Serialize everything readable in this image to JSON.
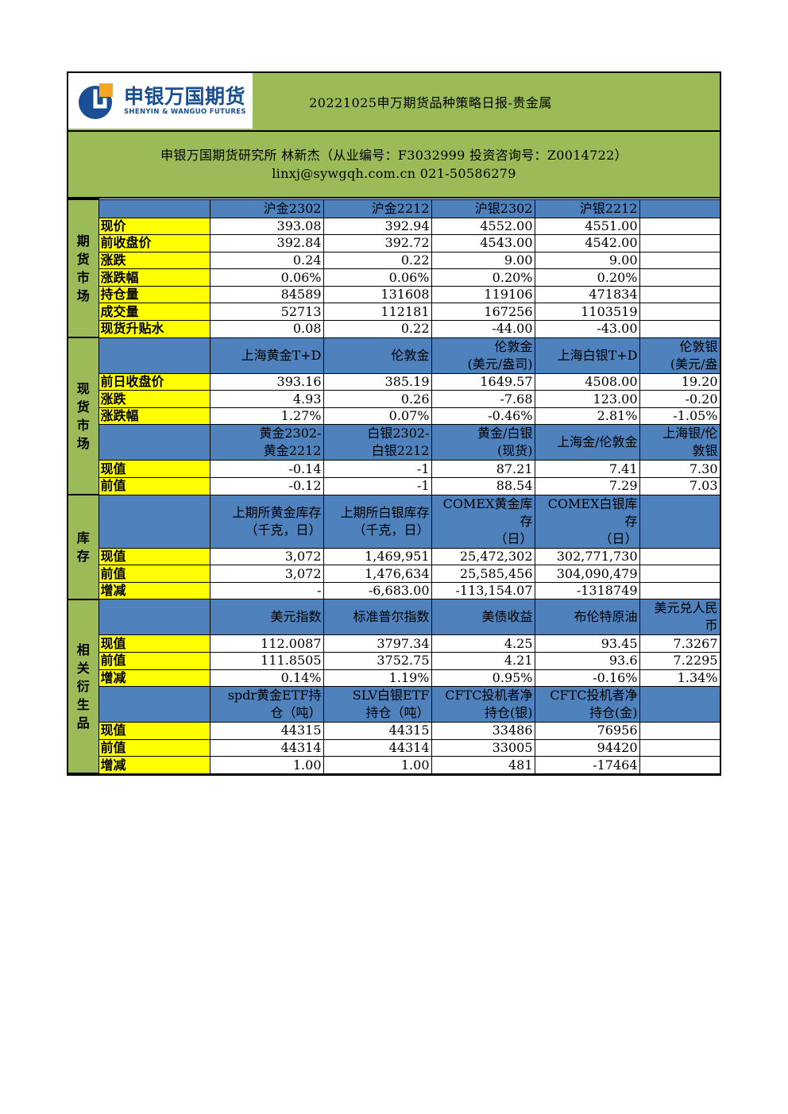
{
  "header": {
    "logo_cn": "申银万国期货",
    "logo_en": "SHENYIN & WANGUO FUTURES",
    "title": "20221025申万期货品种策略日报-贵金属",
    "author_line": "申银万国期货研究所 林新杰（从业编号：F3032999 投资咨询号：Z0014722）",
    "contact_line": "linxj@sywgqh.com.cn    021-50586279"
  },
  "colors": {
    "section_bg": "#9bbb59",
    "header_bg": "#4f81bd",
    "label_bg": "#ffff00",
    "logo_blue": "#1a4f94",
    "logo_orange": "#f5a623"
  },
  "sections": {
    "futures": "期货市场",
    "spot": "现货市场",
    "inventory": "库存",
    "derivatives": "相关衍生品"
  },
  "futures": {
    "headers": [
      "沪金2302",
      "沪金2212",
      "沪银2302",
      "沪银2212",
      ""
    ],
    "rows": [
      {
        "label": "现价",
        "values": [
          "393.08",
          "392.94",
          "4552.00",
          "4551.00",
          ""
        ]
      },
      {
        "label": "前收盘价",
        "values": [
          "392.84",
          "392.72",
          "4543.00",
          "4542.00",
          ""
        ]
      },
      {
        "label": "涨跌",
        "values": [
          "0.24",
          "0.22",
          "9.00",
          "9.00",
          ""
        ]
      },
      {
        "label": "涨跌幅",
        "values": [
          "0.06%",
          "0.06%",
          "0.20%",
          "0.20%",
          ""
        ]
      },
      {
        "label": "持仓量",
        "values": [
          "84589",
          "131608",
          "119106",
          "471834",
          ""
        ]
      },
      {
        "label": "成交量",
        "values": [
          "52713",
          "112181",
          "167256",
          "1103519",
          ""
        ]
      },
      {
        "label": "现货升贴水",
        "values": [
          "0.08",
          "0.22",
          "-44.00",
          "-43.00",
          ""
        ]
      }
    ]
  },
  "spot": {
    "headers": [
      "上海黄金T+D",
      "伦敦金",
      "伦敦金\n(美元/盎司)",
      "上海白银T+D",
      "伦敦银\n(美元/盎"
    ],
    "rows": [
      {
        "label": "前日收盘价",
        "values": [
          "393.16",
          "385.19",
          "1649.57",
          "4508.00",
          "19.20"
        ]
      },
      {
        "label": "涨跌",
        "values": [
          "4.93",
          "0.26",
          "-7.68",
          "123.00",
          "-0.20"
        ]
      },
      {
        "label": "涨跌幅",
        "values": [
          "1.27%",
          "0.07%",
          "-0.46%",
          "2.81%",
          "-1.05%"
        ]
      }
    ],
    "spread_headers": [
      "黄金2302-\n黄金2212",
      "白银2302-\n白银2212",
      "黄金/白银\n(现货)",
      "上海金/伦敦金",
      "上海银/伦\n敦银"
    ],
    "spread_rows": [
      {
        "label": "现值",
        "values": [
          "-0.14",
          "-1",
          "87.21",
          "7.41",
          "7.30"
        ]
      },
      {
        "label": "前值",
        "values": [
          "-0.12",
          "-1",
          "88.54",
          "7.29",
          "7.03"
        ]
      }
    ]
  },
  "inventory": {
    "headers": [
      "上期所黄金库存\n（千克，日）",
      "上期所白银库存\n（千克，日）",
      "COMEX黄金库存\n（日）",
      "COMEX白银库存\n（日）",
      ""
    ],
    "rows": [
      {
        "label": "现值",
        "values": [
          "3,072",
          "1,469,951",
          "25,472,302",
          "302,771,730",
          ""
        ]
      },
      {
        "label": "前值",
        "values": [
          "3,072",
          "1,476,634",
          "25,585,456",
          "304,090,479",
          ""
        ]
      },
      {
        "label": "增减",
        "values": [
          "-",
          "-6,683.00",
          "-113,154.07",
          "-1318749",
          ""
        ]
      }
    ]
  },
  "derivatives": {
    "headers": [
      "美元指数",
      "标准普尔指数",
      "美债收益",
      "布伦特原油",
      "美元兑人民\n币"
    ],
    "rows": [
      {
        "label": "现值",
        "values": [
          "112.0087",
          "3797.34",
          "4.25",
          "93.45",
          "7.3267"
        ]
      },
      {
        "label": "前值",
        "values": [
          "111.8505",
          "3752.75",
          "4.21",
          "93.6",
          "7.2295"
        ]
      },
      {
        "label": "增减",
        "values": [
          "0.14%",
          "1.19%",
          "0.95%",
          "-0.16%",
          "1.34%"
        ]
      }
    ],
    "etf_headers": [
      "spdr黄金ETF持\n仓（吨）",
      "SLV白银ETF\n持仓（吨）",
      "CFTC投机者净\n持仓(银)",
      "CFTC投机者净\n持仓(金)",
      ""
    ],
    "etf_rows": [
      {
        "label": "现值",
        "values": [
          "44315",
          "44315",
          "33486",
          "76956",
          ""
        ]
      },
      {
        "label": "前值",
        "values": [
          "44314",
          "44314",
          "33005",
          "94420",
          ""
        ]
      },
      {
        "label": "增减",
        "values": [
          "1.00",
          "1.00",
          "481",
          "-17464",
          ""
        ]
      }
    ]
  }
}
